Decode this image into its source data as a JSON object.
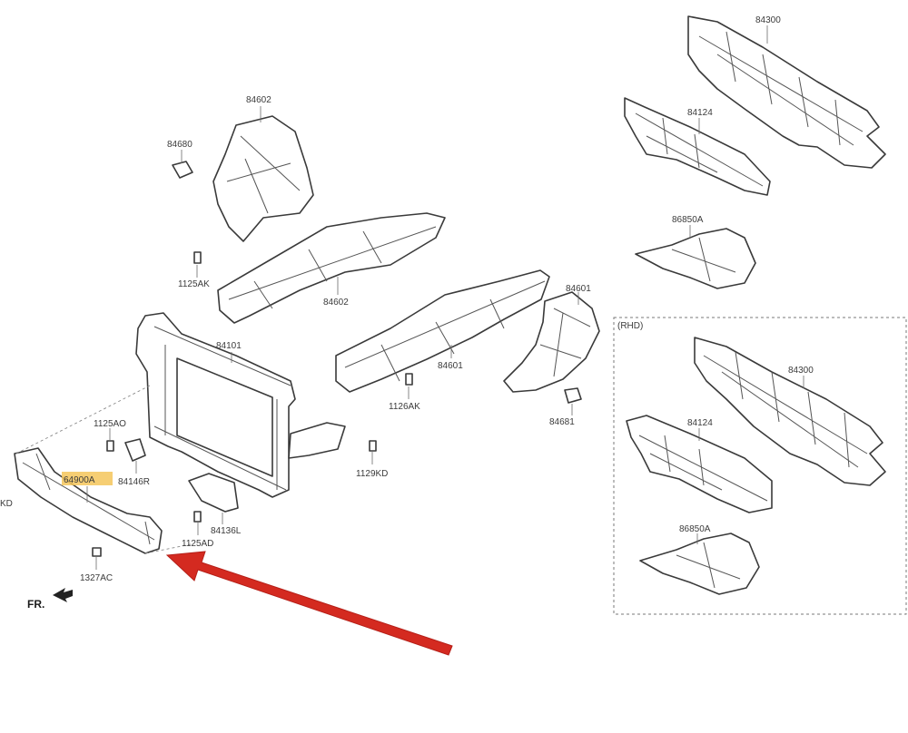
{
  "diagram": {
    "labels": {
      "p84300_top": "84300",
      "p84124_top": "84124",
      "p86850a_top": "86850A",
      "p84602": "84602",
      "p84680": "84680",
      "p1125ak_a": "1125AK",
      "p84602_rail": "84602",
      "p84601": "84601",
      "p84601_rail": "84601",
      "p1126ak": "1126AK",
      "p84681": "84681",
      "p84101": "84101",
      "p1125ao": "1125AO",
      "p84146r": "84146R",
      "p1129kd": "1129KD",
      "p64900a": "64900A",
      "p84136l": "84136L",
      "p1125ad": "1125AD",
      "p1327ac": "1327AC",
      "p_kd_left": "KD",
      "rhd_title": "(RHD)",
      "p84300_rhd": "84300",
      "p84124_rhd": "84124",
      "p86850a_rhd": "86850A",
      "front": "FR."
    },
    "highlight_color": "#f4c65a",
    "arrow_color": "#d42a20"
  }
}
